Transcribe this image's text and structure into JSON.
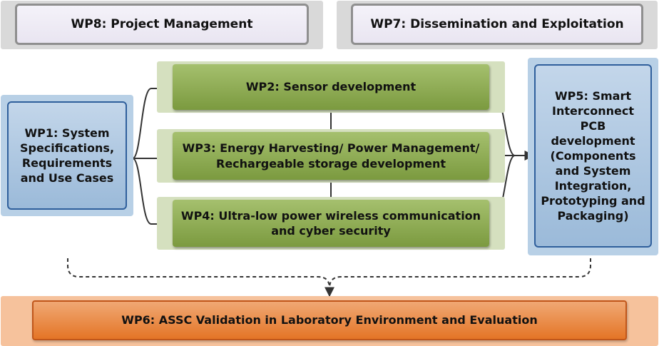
{
  "diagram": {
    "wp8": "WP8: Project Management",
    "wp7": "WP7: Dissemination and Exploitation",
    "wp1": "WP1: System Specifications, Requirements and Use Cases",
    "wp2": "WP2: Sensor development",
    "wp3": "WP3: Energy Harvesting/ Power Management/ Rechargeable storage development",
    "wp4": "WP4: Ultra-low power wireless communication and cyber security",
    "wp5": "WP5: Smart Interconnect PCB development (Components and System Integration, Prototyping and Packaging)",
    "wp6": "WP6: ASSC Validation in Laboratory Environment and Evaluation"
  },
  "colors": {
    "grey_band": "#d9d9d9",
    "green": "#7b9a3f",
    "blue": "#9bbad9",
    "orange": "#e47526",
    "connector": "#333333"
  }
}
